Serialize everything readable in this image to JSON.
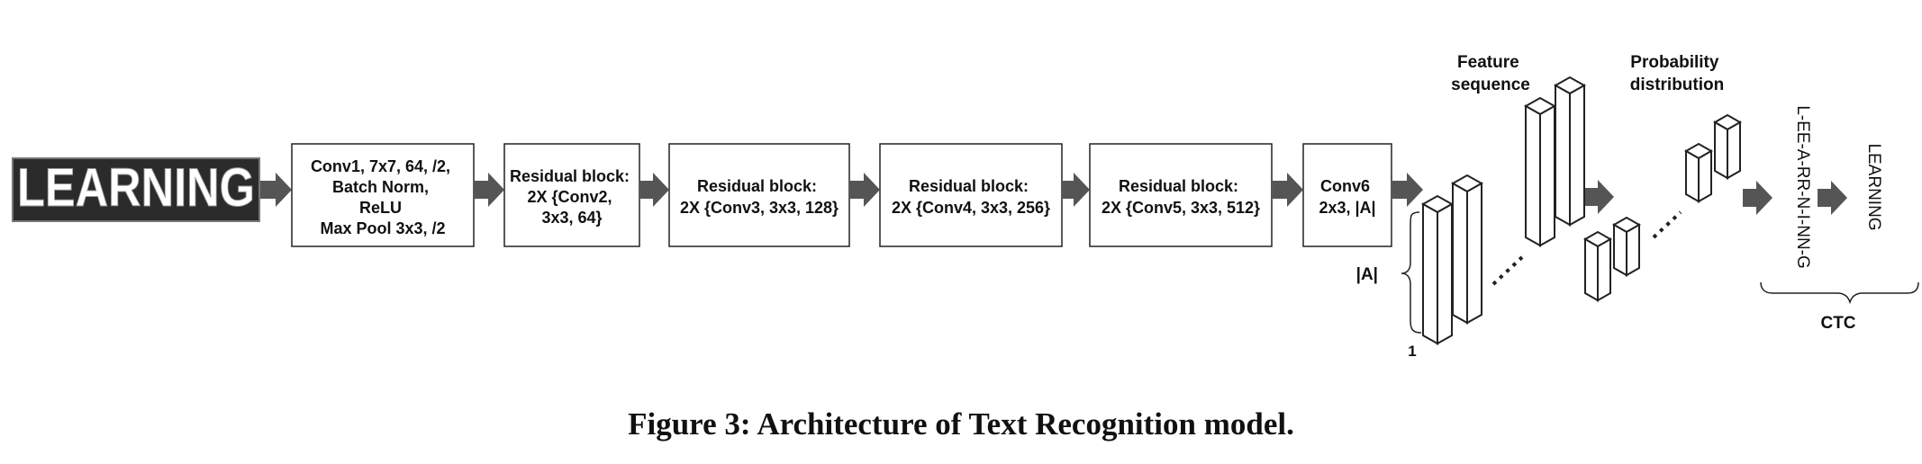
{
  "input_image": {
    "text": "LEARNING"
  },
  "blocks": [
    {
      "lines": [
        "Conv1, 7x7, 64, /2,",
        "Batch Norm,",
        "ReLU",
        "Max Pool 3x3, /2"
      ]
    },
    {
      "lines": [
        "Residual block:",
        "2X {Conv2,",
        "3x3, 64}"
      ]
    },
    {
      "lines": [
        "Residual block:",
        "2X {Conv3, 3x3, 128}"
      ]
    },
    {
      "lines": [
        "Residual block:",
        "2X {Conv4, 3x3, 256}"
      ]
    },
    {
      "lines": [
        "Residual block:",
        "2X {Conv5, 3x3, 512}"
      ]
    },
    {
      "lines": [
        "Conv6",
        "2x3, |A|"
      ]
    }
  ],
  "feature_sequence": {
    "title_lines": [
      "Feature",
      "sequence"
    ],
    "height_label": "|A|",
    "width_label": "1"
  },
  "probability": {
    "title_lines": [
      "Probability",
      "distribution"
    ]
  },
  "ctc": {
    "raw_output": "L-EE-A-RR-N-I-NN-G",
    "decoded": "LEARNING",
    "label": "CTC"
  },
  "caption": "Figure 3: Architecture of Text Recognition model.",
  "colors": {
    "arrow": "#555555",
    "input_bg": "#2a2a2a",
    "input_text": "#ffffff"
  }
}
